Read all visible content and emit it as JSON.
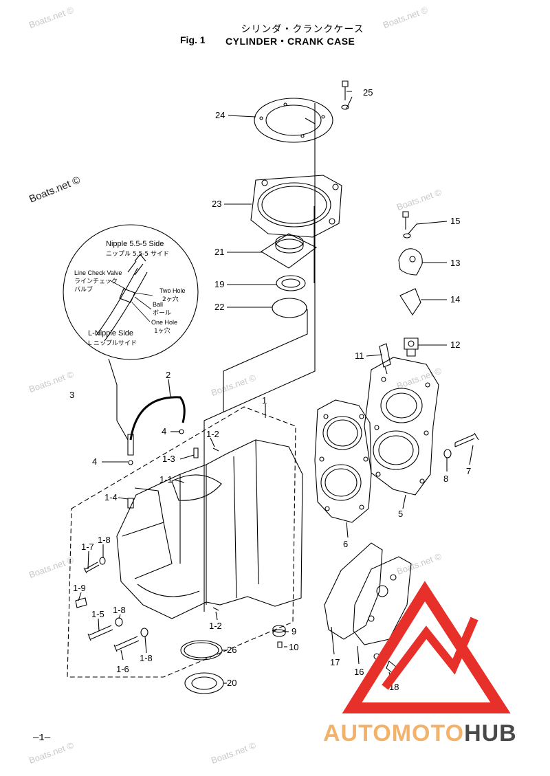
{
  "header": {
    "title_jp": "シリンダ・クランクケース",
    "fig_no": "Fig. 1",
    "fig_name": "CYLINDER・CRANK CASE"
  },
  "inset": {
    "nipple_side_en": "Nipple 5.5-5 Side",
    "nipple_side_jp": "ニップル 5.5-5 サイド",
    "check_valve_en": "Line Check Valve",
    "check_valve_jp1": "ラインチェック",
    "check_valve_jp2": "バルブ",
    "two_hole_en": "Two Hole",
    "two_hole_jp": "2ヶ穴",
    "ball_en": "Ball",
    "ball_jp": "ボール",
    "one_hole_en": "One Hole",
    "one_hole_jp": "1ヶ穴",
    "l_nipple_en": "L-Nipple Side",
    "l_nipple_jp": "L ニップルサイド"
  },
  "parts": [
    {
      "id": "p25",
      "label": "25"
    },
    {
      "id": "p24",
      "label": "24"
    },
    {
      "id": "p23",
      "label": "23"
    },
    {
      "id": "p21",
      "label": "21"
    },
    {
      "id": "p19",
      "label": "19"
    },
    {
      "id": "p22",
      "label": "22"
    },
    {
      "id": "p15",
      "label": "15"
    },
    {
      "id": "p13",
      "label": "13"
    },
    {
      "id": "p14",
      "label": "14"
    },
    {
      "id": "p12",
      "label": "12"
    },
    {
      "id": "p11",
      "label": "11"
    },
    {
      "id": "p3",
      "label": "3"
    },
    {
      "id": "p2",
      "label": "2"
    },
    {
      "id": "p1",
      "label": "1"
    },
    {
      "id": "p4a",
      "label": "4"
    },
    {
      "id": "p4b",
      "label": "4"
    },
    {
      "id": "p1_2a",
      "label": "1-2"
    },
    {
      "id": "p1_3",
      "label": "1-3"
    },
    {
      "id": "p1_1",
      "label": "1-1"
    },
    {
      "id": "p1_4",
      "label": "1-4"
    },
    {
      "id": "p7",
      "label": "7"
    },
    {
      "id": "p8a",
      "label": "8"
    },
    {
      "id": "p5",
      "label": "5"
    },
    {
      "id": "p6",
      "label": "6"
    },
    {
      "id": "p1_7",
      "label": "1-7"
    },
    {
      "id": "p1_8a",
      "label": "1-8"
    },
    {
      "id": "p1_9",
      "label": "1-9"
    },
    {
      "id": "p1_5",
      "label": "1-5"
    },
    {
      "id": "p1_8b",
      "label": "1-8"
    },
    {
      "id": "p1_2b",
      "label": "1-2"
    },
    {
      "id": "p1_6",
      "label": "1-6"
    },
    {
      "id": "p1_8c",
      "label": "1-8"
    },
    {
      "id": "p9",
      "label": "9"
    },
    {
      "id": "p10",
      "label": "10"
    },
    {
      "id": "p26",
      "label": "26"
    },
    {
      "id": "p20",
      "label": "20"
    },
    {
      "id": "p17",
      "label": "17"
    },
    {
      "id": "p16",
      "label": "16"
    },
    {
      "id": "p18",
      "label": "18"
    }
  ],
  "watermark": "Boats.net ©",
  "logo": {
    "part1": "AUTOMOTO",
    "part2": "HUB"
  },
  "page_number": "—1—",
  "colors": {
    "logo_red": "#e8302a",
    "logo_orange": "#f3b26a",
    "logo_grey": "#4a4a4a",
    "watermark": "#c8c8c8"
  }
}
